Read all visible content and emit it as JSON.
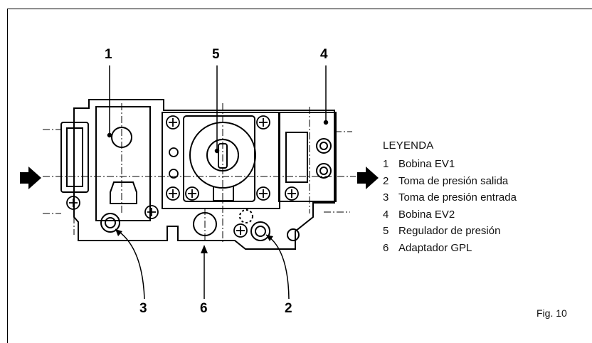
{
  "callouts": {
    "c1": "1",
    "c5": "5",
    "c4": "4",
    "c3": "3",
    "c6": "6",
    "c2": "2"
  },
  "legend": {
    "title": "LEYENDA",
    "items": [
      {
        "num": "1",
        "text": "Bobina EV1"
      },
      {
        "num": "2",
        "text": "Toma de presión salida"
      },
      {
        "num": "3",
        "text": "Toma de presión entrada"
      },
      {
        "num": "4",
        "text": "Bobina EV2"
      },
      {
        "num": "5",
        "text": "Regulador de presión"
      },
      {
        "num": "6",
        "text": "Adaptador GPL"
      }
    ]
  },
  "figure": {
    "label": "Fig. 10"
  },
  "colors": {
    "ink": "#000000",
    "background": "#ffffff"
  }
}
